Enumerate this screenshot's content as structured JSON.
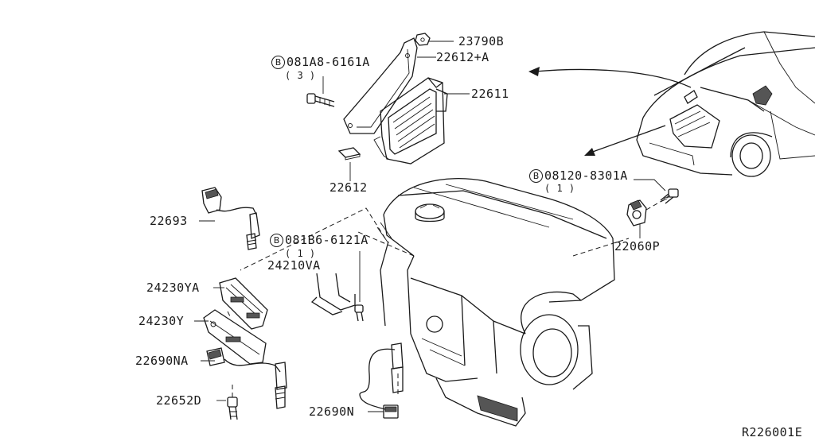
{
  "diagram": {
    "callouts": {
      "p23790b": "23790B",
      "p22612a": "22612+A",
      "p22611": "22611",
      "p22612": "22612",
      "p22693": "22693",
      "p24210va": "24210VA",
      "p24230ya": "24230YA",
      "p24230y": "24230Y",
      "p22690na": "22690NA",
      "p22652d": "22652D",
      "p22690n": "22690N",
      "p22060p": "22060P"
    },
    "bolt_callouts": {
      "b1": {
        "symbol": "B",
        "code": "081A8-6161A",
        "qty": "( 3 )"
      },
      "b2": {
        "symbol": "B",
        "code": "081B6-6121A",
        "qty": "( 1 )"
      },
      "b3": {
        "symbol": "B",
        "code": "08120-8301A",
        "qty": "( 1 )"
      }
    },
    "reference_code": "R226001E"
  }
}
